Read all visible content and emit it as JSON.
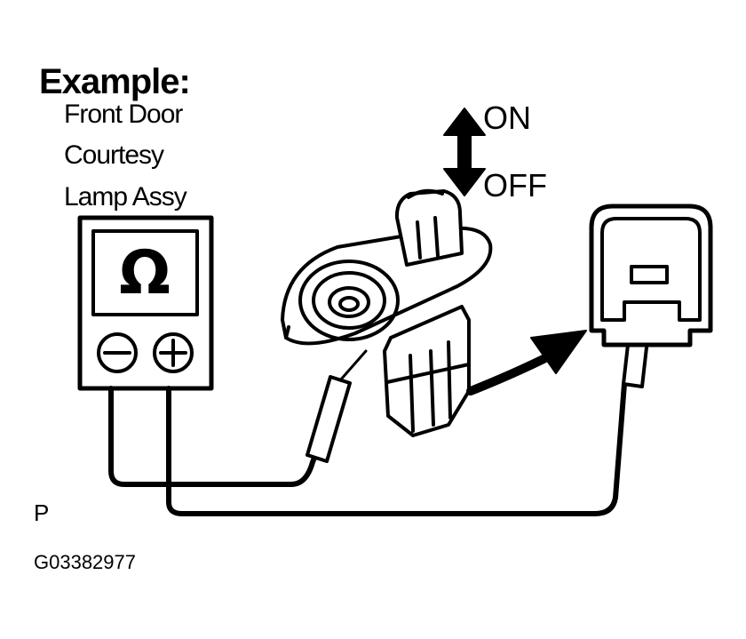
{
  "title": "Example:",
  "component_lines": [
    "Front Door",
    "Courtesy",
    "Lamp Assy"
  ],
  "switch_states": {
    "on": "ON",
    "off": "OFF"
  },
  "meter": {
    "symbol": "Ω",
    "negative": "−",
    "positive": "+"
  },
  "footer": {
    "section_letter": "P",
    "figure_code": "G03382977"
  },
  "colors": {
    "line": "#000000",
    "background": "#ffffff"
  }
}
